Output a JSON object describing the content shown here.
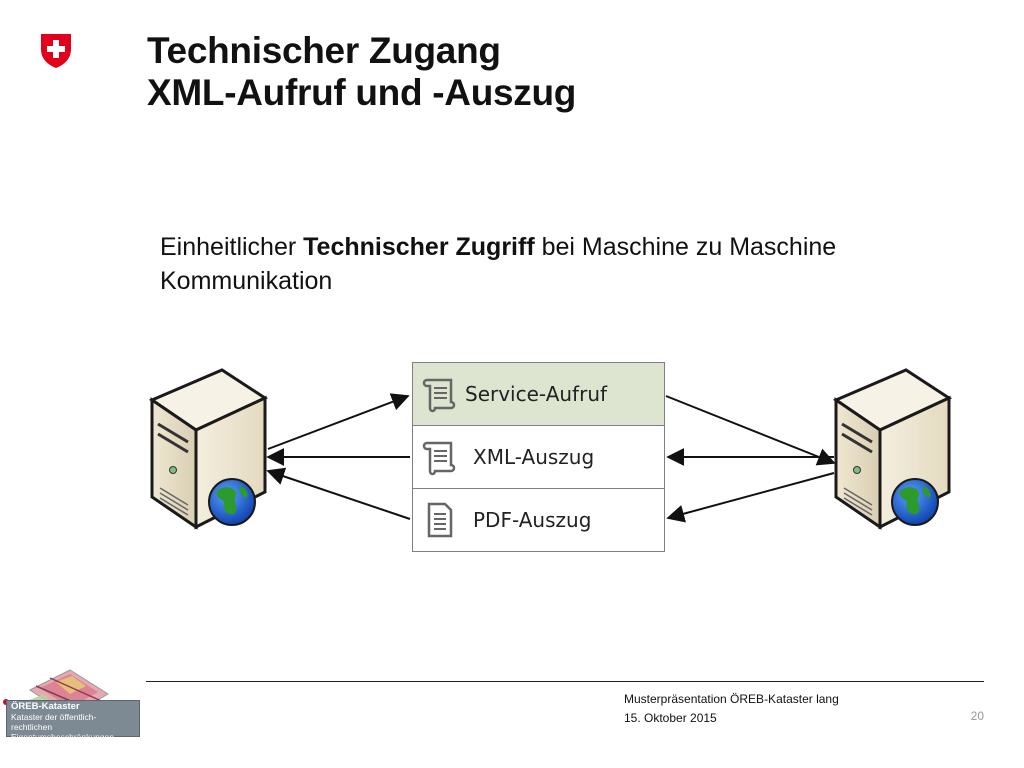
{
  "header": {
    "title_line1": "Technischer Zugang",
    "title_line2": "XML-Aufruf und -Auszug"
  },
  "intro": {
    "text_before": "Einheitlicher ",
    "text_bold": "Technischer Zugriff",
    "text_after": " bei Maschine zu Maschine Kommunikation"
  },
  "diagram": {
    "rows": [
      {
        "label": "Service-Aufruf",
        "icon": "scroll-document-icon",
        "highlight": "#dde5d1"
      },
      {
        "label": "XML-Auszug",
        "icon": "scroll-document-icon"
      },
      {
        "label": "PDF-Auszug",
        "icon": "document-icon"
      }
    ],
    "left_node": {
      "icon": "web-server-icon"
    },
    "right_node": {
      "icon": "web-server-icon"
    }
  },
  "footer": {
    "presentation": "Musterpräsentation ÖREB-Kataster lang",
    "date": "15. Oktober 2015",
    "page_number": "20",
    "logo_title": "ÖREB-Kataster",
    "logo_line1": "Kataster der öffentlich-rechtlichen",
    "logo_line2": "Eigentumsbeschränkungen"
  },
  "colors": {
    "swiss_red": "#e2001a",
    "highlight_row": "#dde5d1",
    "logo_box": "#7d8a94"
  }
}
